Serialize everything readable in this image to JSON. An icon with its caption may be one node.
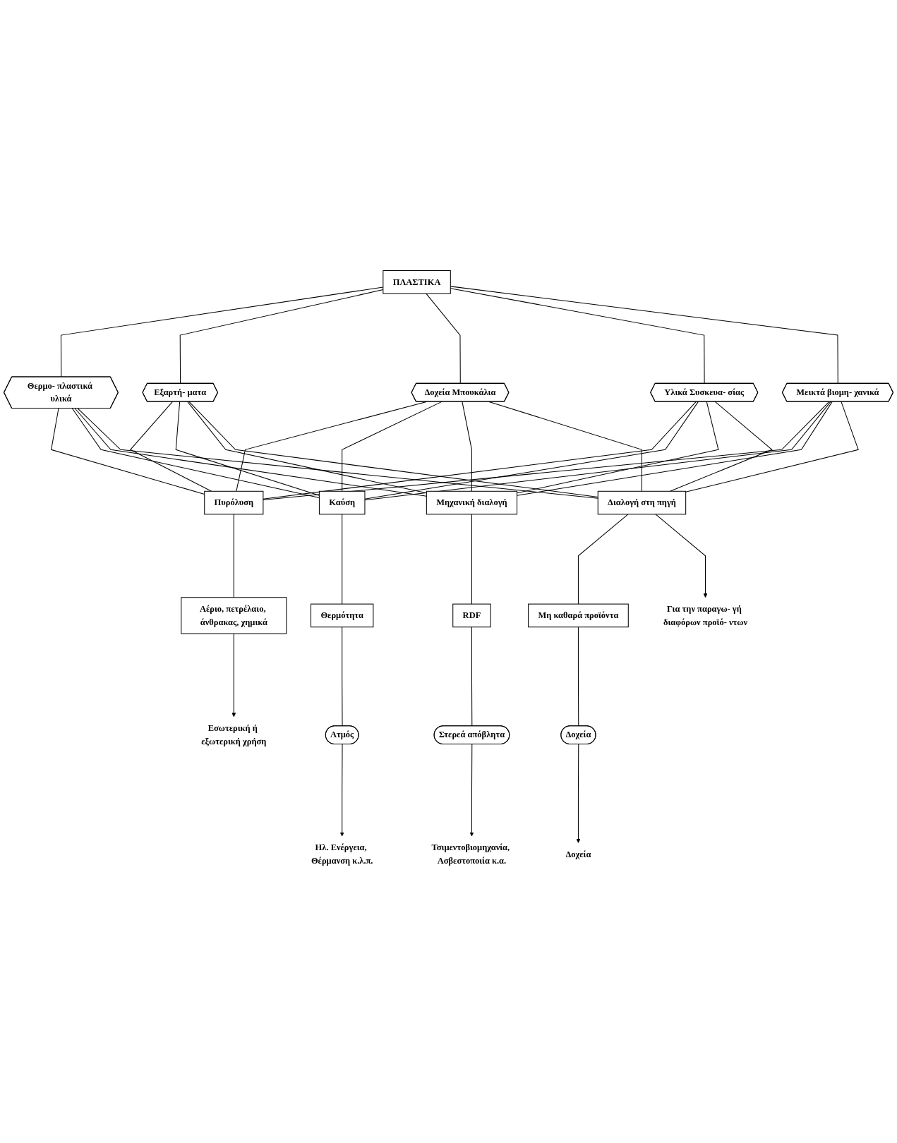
{
  "diagram": {
    "nodes": [
      {
        "text": [
          "ΠΛΑΣΤΙΚΑ"
        ]
      },
      {
        "text": [
          "Θερμο- πλαστικά υλικά"
        ]
      },
      {
        "text": [
          "Εξαρτή- ματα"
        ]
      },
      {
        "text": [
          "Δοχεία Μπουκάλια"
        ]
      },
      {
        "text": [
          "Υλικά Συσκευα- σίας"
        ]
      },
      {
        "text": [
          "Μεικτά βιομη- χανικά"
        ]
      },
      {
        "text": [
          "Πυρόλυση"
        ]
      },
      {
        "text": [
          "Καύση"
        ]
      },
      {
        "text": [
          "Μηχανική διαλογή"
        ]
      },
      {
        "text": [
          "Διαλογή στη πηγή"
        ]
      },
      {
        "text": [
          "Αέριο, πετρέλαιο, άνθρακας, χημικά"
        ]
      },
      {
        "text": [
          "Θερμότητα"
        ]
      },
      {
        "text": [
          "RDF"
        ]
      },
      {
        "text": [
          "Μη καθαρά προϊόντα"
        ]
      },
      {
        "text": [
          "Ατμός"
        ]
      },
      {
        "text": [
          "Στερεά απόβλητα"
        ]
      },
      {
        "text": [
          "Δοχεία"
        ]
      },
      {
        "text": [
          "Εσωτερική ή εξωτερική χρήση"
        ]
      },
      {
        "text": [
          "Ηλ. Ενέργεια, Θέρμανση κ.λ.π."
        ]
      },
      {
        "text": [
          "Τσιμεντοβιομηχανία, Ασβεστοποιία κ.α."
        ]
      },
      {
        "text": [
          "Δοχεία"
        ]
      },
      {
        "text": [
          "Για την παραγω- γή διαφόρων προϊό- ντων"
        ]
      }
    ],
    "edges": [
      {
        "from": 0,
        "to": 1,
        "arrow": "none"
      },
      {
        "from": 0,
        "to": 2,
        "arrow": "none"
      },
      {
        "from": 0,
        "to": 3,
        "arrow": "none"
      },
      {
        "from": 0,
        "to": 4,
        "arrow": "none"
      },
      {
        "from": 0,
        "to": 5,
        "arrow": "none"
      },
      {
        "from": 1,
        "to": 6,
        "arrow": "none"
      },
      {
        "from": 1,
        "to": 7,
        "arrow": "none"
      },
      {
        "from": 1,
        "to": 8,
        "arrow": "none"
      },
      {
        "from": 1,
        "to": 9,
        "arrow": "none"
      },
      {
        "from": 2,
        "to": 6,
        "arrow": "none"
      },
      {
        "from": 2,
        "to": 7,
        "arrow": "none"
      },
      {
        "from": 2,
        "to": 8,
        "arrow": "none"
      },
      {
        "from": 2,
        "to": 9,
        "arrow": "none"
      },
      {
        "from": 3,
        "to": 6,
        "arrow": "none"
      },
      {
        "from": 3,
        "to": 7,
        "arrow": "none"
      },
      {
        "from": 3,
        "to": 8,
        "arrow": "none"
      },
      {
        "from": 3,
        "to": 9,
        "arrow": "none"
      },
      {
        "from": 4,
        "to": 6,
        "arrow": "none"
      },
      {
        "from": 4,
        "to": 7,
        "arrow": "none"
      },
      {
        "from": 4,
        "to": 8,
        "arrow": "none"
      },
      {
        "from": 4,
        "to": 9,
        "arrow": "none"
      },
      {
        "from": 5,
        "to": 6,
        "arrow": "none"
      },
      {
        "from": 5,
        "to": 7,
        "arrow": "none"
      },
      {
        "from": 5,
        "to": 8,
        "arrow": "none"
      },
      {
        "from": 5,
        "to": 9,
        "arrow": "none"
      },
      {
        "from": 6,
        "to": 10,
        "arrow": "none"
      },
      {
        "from": 7,
        "to": 11,
        "arrow": "none"
      },
      {
        "from": 8,
        "to": 12,
        "arrow": "none"
      },
      {
        "from": 9,
        "to": 13,
        "arrow": "none"
      },
      {
        "from": 10,
        "to": 17,
        "arrow": "to"
      },
      {
        "from": 11,
        "to": 14,
        "arrow": "none"
      },
      {
        "from": 14,
        "to": 18,
        "arrow": "to"
      },
      {
        "from": 12,
        "to": 15,
        "arrow": "none"
      },
      {
        "from": 15,
        "to": 19,
        "arrow": "to"
      },
      {
        "from": 13,
        "to": 16,
        "arrow": "none"
      },
      {
        "from": 16,
        "to": 20,
        "arrow": "to"
      },
      {
        "from": 9,
        "to": 21,
        "arrow": "to"
      }
    ]
  }
}
